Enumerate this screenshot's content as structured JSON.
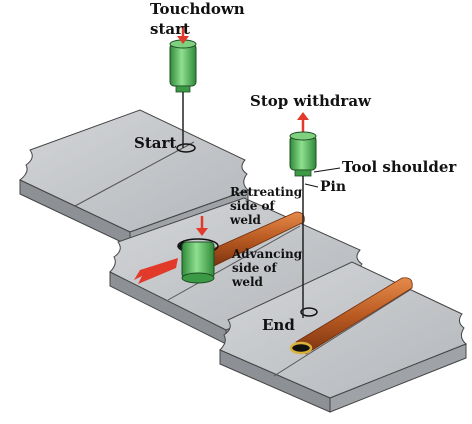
{
  "labels": {
    "touchdown_line1": "Touchdown",
    "touchdown_line2": "start",
    "start": "Start",
    "stop_withdraw": "Stop withdraw",
    "tool_shoulder": "Tool shoulder",
    "pin": "Pin",
    "retreating_line1": "Retreating",
    "retreating_line2": "side of",
    "retreating_line3": "weld",
    "advancing_line1": "Advancing",
    "advancing_line2": "side of",
    "advancing_line3": "weld",
    "end": "End"
  },
  "colors": {
    "plate": "#bfc1c4",
    "plate_edge": "#8d9094",
    "tool_green": "#5fbf67",
    "arrow_red": "#e23a2a",
    "weld_orange": "#c0622a"
  }
}
